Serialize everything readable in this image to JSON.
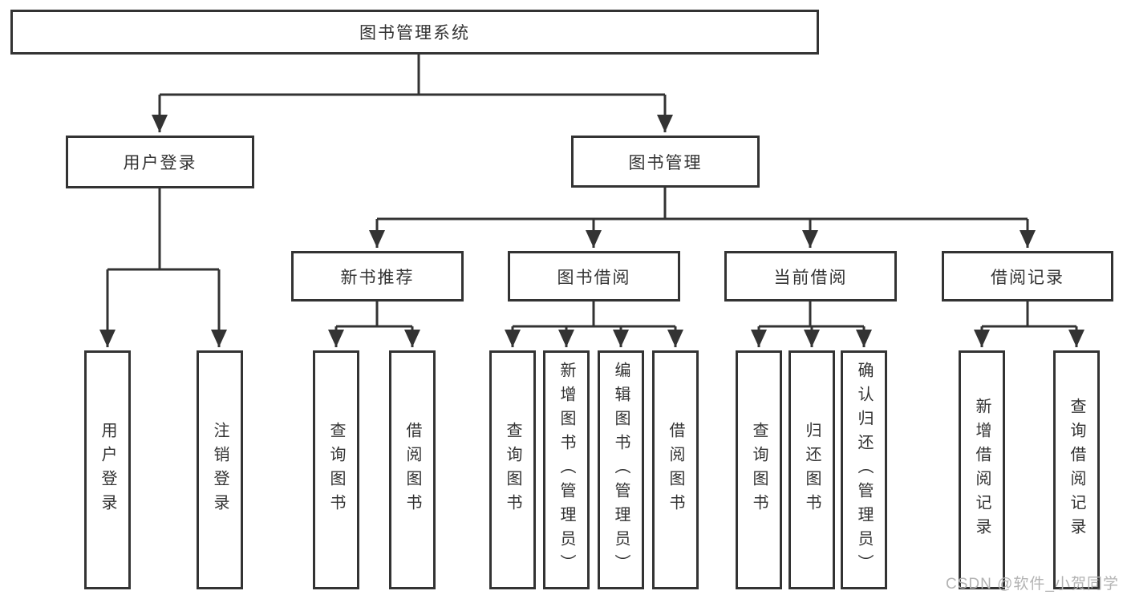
{
  "tree": {
    "root": {
      "label": "图书管理系统"
    },
    "branches": [
      {
        "label": "用户登录",
        "children": [
          {
            "label": "用户登录"
          },
          {
            "label": "注销登录"
          }
        ]
      },
      {
        "label": "图书管理",
        "children": [
          {
            "label": "新书推荐",
            "children": [
              {
                "label": "查询图书"
              },
              {
                "label": "借阅图书"
              }
            ]
          },
          {
            "label": "图书借阅",
            "children": [
              {
                "label": "查询图书"
              },
              {
                "label": "新增图书（管理员）"
              },
              {
                "label": "编辑图书（管理员）"
              },
              {
                "label": "借阅图书"
              }
            ]
          },
          {
            "label": "当前借阅",
            "children": [
              {
                "label": "查询图书"
              },
              {
                "label": "归还图书"
              },
              {
                "label": "确认归还（管理员）"
              }
            ]
          },
          {
            "label": "借阅记录",
            "children": [
              {
                "label": "新增借阅记录"
              },
              {
                "label": "查询借阅记录"
              }
            ]
          }
        ]
      }
    ]
  },
  "watermark": {
    "text": "CSDN @软件_小贺同学"
  },
  "colors": {
    "line": "#333333",
    "box_border": "#333333",
    "text": "#333333",
    "watermark": "#b3b3b3",
    "background": "#ffffff"
  }
}
